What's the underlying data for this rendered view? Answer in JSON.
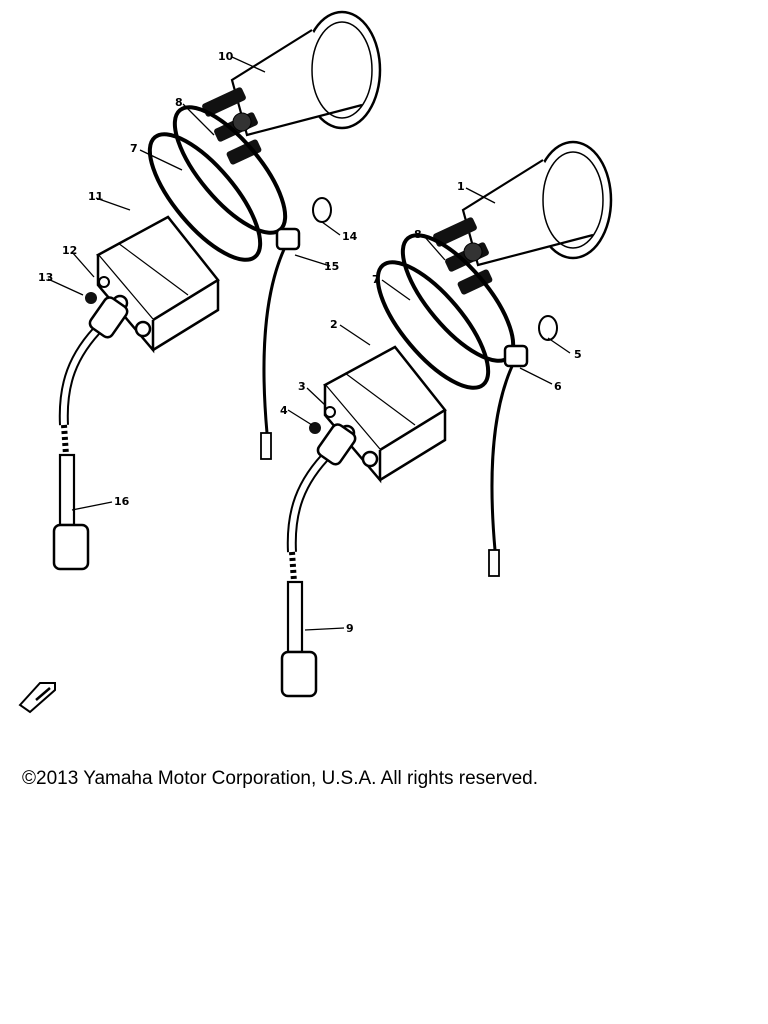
{
  "diagram": {
    "callouts": [
      "1",
      "2",
      "3",
      "4",
      "5",
      "6",
      "7",
      "8",
      "9",
      "10",
      "11",
      "12",
      "13",
      "14",
      "15",
      "16"
    ]
  },
  "footer": {
    "copyright": "©2013 Yamaha Motor Corporation, U.S.A. All rights reserved."
  }
}
